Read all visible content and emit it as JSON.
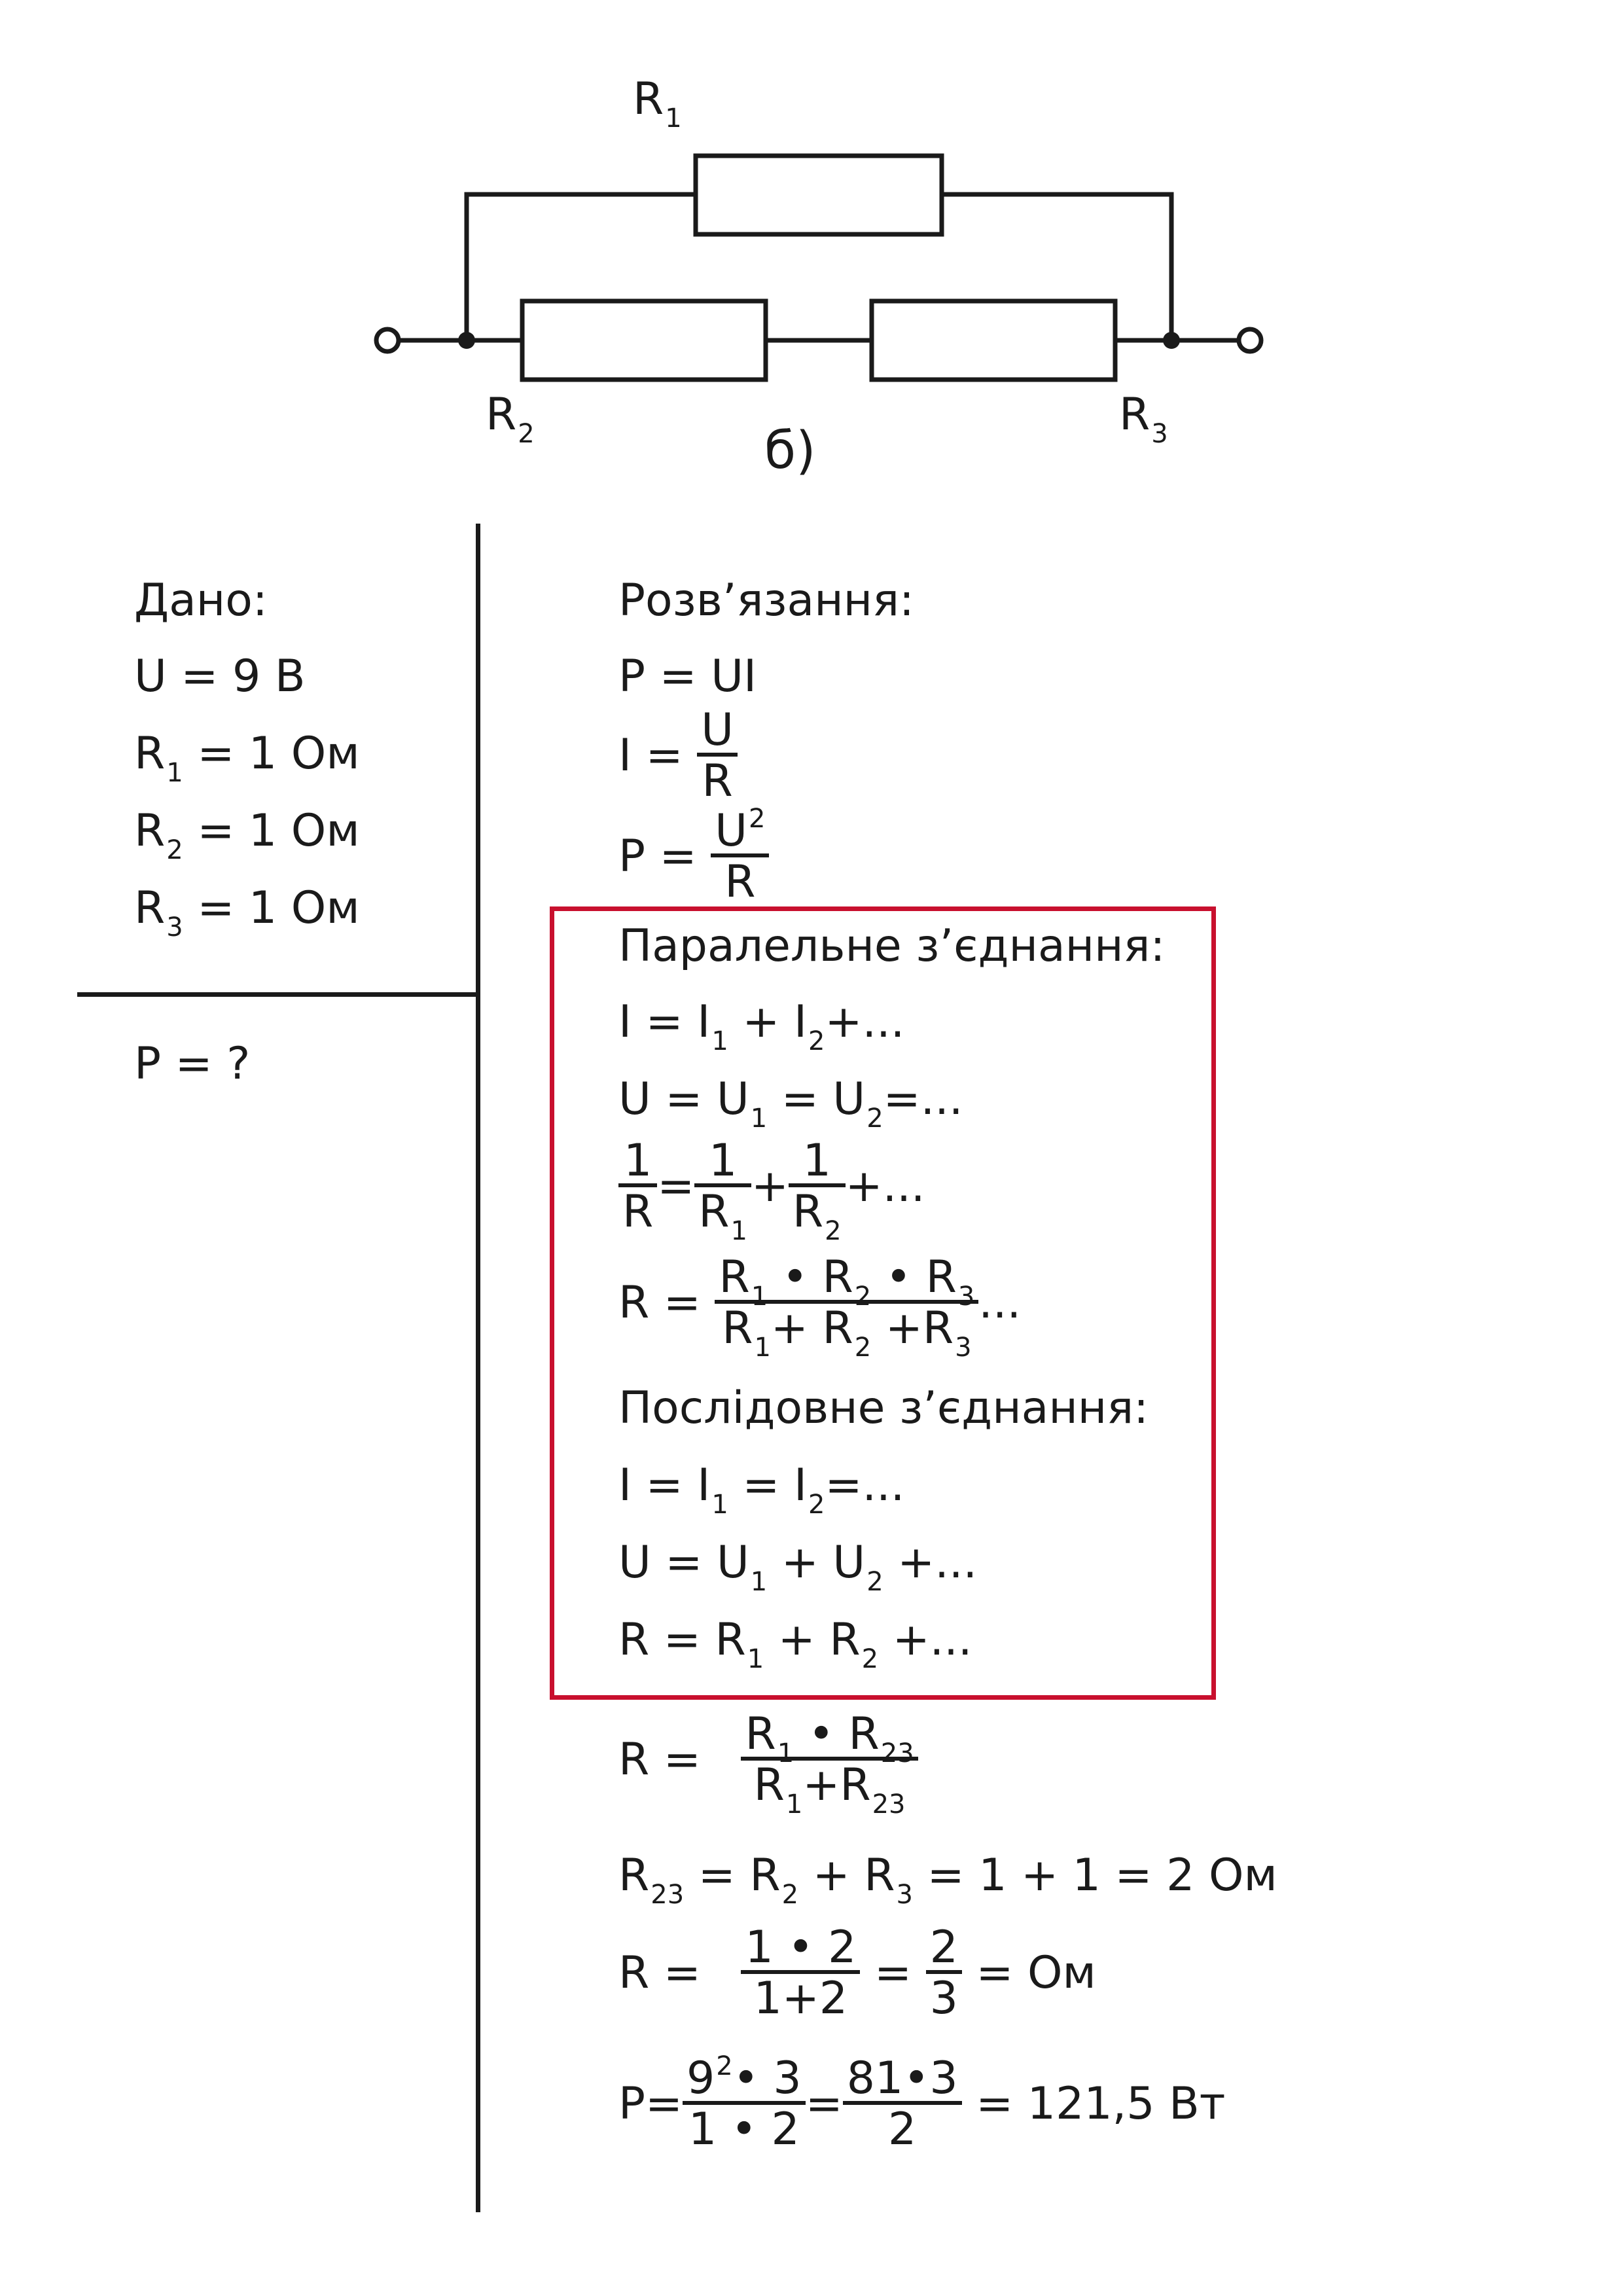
{
  "circuit": {
    "r1": {
      "base": "R",
      "sub": "1"
    },
    "r2": {
      "base": "R",
      "sub": "2"
    },
    "r3": {
      "base": "R",
      "sub": "3"
    },
    "caption": "б)"
  },
  "given": {
    "heading": "Дано:",
    "u": "U = 9 В",
    "r1": {
      "base": "R",
      "sub": "1",
      "rest": " = 1 Ом"
    },
    "r2": {
      "base": "R",
      "sub": "2",
      "rest": " = 1 Ом"
    },
    "r3": {
      "base": "R",
      "sub": "3",
      "rest": " = 1 Ом"
    },
    "find": "P = ?"
  },
  "solution": {
    "heading": "Розв’язання:",
    "p_ui": "P = UI",
    "i_frac": {
      "lhs": "I = ",
      "num": "U",
      "den": "R"
    },
    "p_frac": {
      "lhs": "P = ",
      "num": "U",
      "sup": "2",
      "den": "R"
    },
    "parallel": {
      "heading": "Паралельне з’єднання:",
      "i_line": {
        "a": "I = I",
        "s1": "1",
        "b": " + I",
        "s2": "2",
        "c": "+..."
      },
      "u_line": {
        "a": "U = U",
        "s1": "1",
        "b": " = U",
        "s2": "2",
        "c": "=..."
      },
      "r_line": {
        "one": "1",
        "R": "R",
        "eq": "=",
        "plus": "+",
        "s1": "1",
        "s2": "2",
        "tail": "+..."
      },
      "r3_line": {
        "lhs": "R = ",
        "dot": "•",
        "plus": "+",
        "s1": "1",
        "s2": "2",
        "s3": "3",
        "tail": "..."
      }
    },
    "series": {
      "heading": "Послідовне з’єднання:",
      "i_line": {
        "a": "I = I",
        "s1": "1",
        "b": " = I",
        "s2": "2",
        "c": "=..."
      },
      "u_line": {
        "a": "U = U",
        "s1": "1",
        "b": " + U",
        "s2": "2",
        "c": " +..."
      },
      "r_line": {
        "a": "R = R",
        "s1": "1",
        "b": " + R",
        "s2": "2",
        "c": " +..."
      }
    },
    "r_total": {
      "lhs": "R = ",
      "dot": "•",
      "plus": "+",
      "s1": "1",
      "s23": "23"
    },
    "r23": {
      "a": "R",
      "s23": "23",
      "b": " = R",
      "s2": "2",
      "c": " + R",
      "s3": "3",
      "d": " = 1 + 1 = 2 Ом"
    },
    "r_value": {
      "lhs": "R = ",
      "num": "1 • 2",
      "den": "1+2",
      "eq": " = ",
      "num2": "2",
      "den2": "3",
      "tail": " = Ом"
    },
    "p_value": {
      "lhs": "P=",
      "num_a": "9",
      "num_sup": "2",
      "num_b": "• 3",
      "den": "1 • 2",
      "eq": "=",
      "num2": "81•3",
      "den2": "2",
      "tail": " = 121,5 Вт"
    }
  },
  "colors": {
    "ink": "#1a1a1a",
    "box": "#c8102e"
  }
}
